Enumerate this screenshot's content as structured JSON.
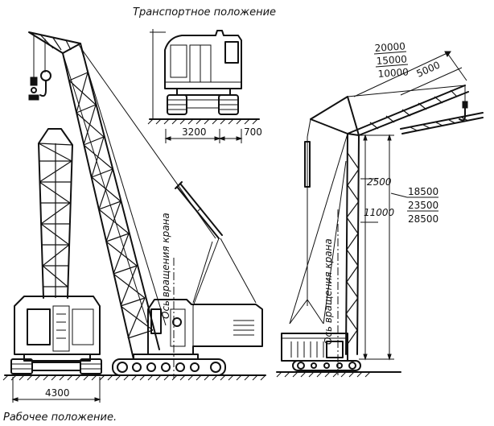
{
  "titles": {
    "transport": "Транспортное положение",
    "working": "Рабочее положение."
  },
  "labels": {
    "axis_left": "Ось вращения крана",
    "axis_right": "Ось вращения крана"
  },
  "dimensions": {
    "transport_width": "3200",
    "transport_overhang": "700",
    "track_width": "4300",
    "reach_1": "20000",
    "reach_2": "15000",
    "reach_3": "10000",
    "jib_extension": "5000",
    "boom_head": "2500",
    "boom_section": "11000",
    "height_1": "18500",
    "height_2": "23500",
    "height_3": "28500"
  }
}
